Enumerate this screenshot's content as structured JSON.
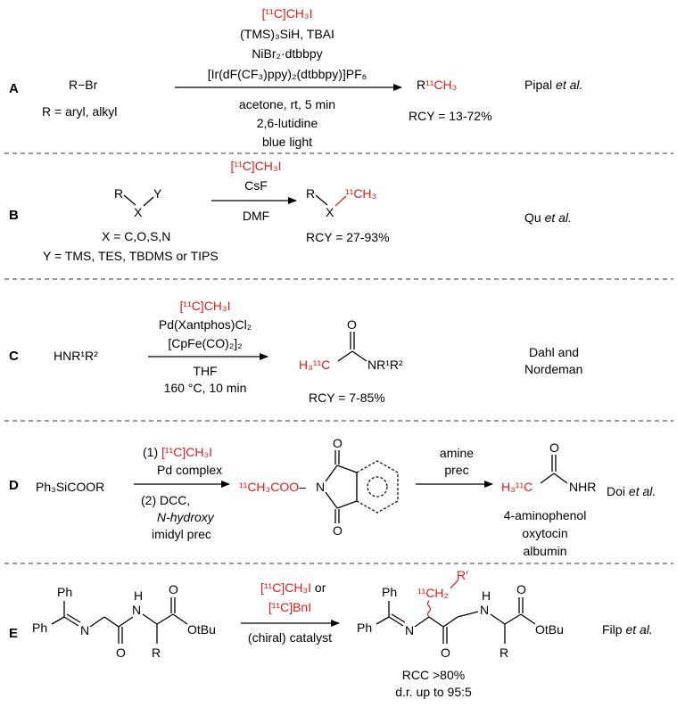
{
  "colors": {
    "label_text": "#000000",
    "radiolabel": "#e31a1c",
    "separator": "#333333"
  },
  "panels": {
    "A": {
      "label": "A",
      "reactant": "R−Br",
      "reactant_note": "R = aryl, alkyl",
      "reagent_red": "[¹¹C]CH₃I",
      "reagents_above": [
        "(TMS)₃SiH, TBAI",
        "NiBr₂·dtbbpy",
        "[Ir(dF(CF₃)ppy)₂(dtbbpy)]PF₆"
      ],
      "reagents_below": [
        "acetone, rt, 5 min",
        "2,6-lutidine",
        "blue light"
      ],
      "product_prefix": "R",
      "product_red": "¹¹CH₃",
      "yield": "RCY = 13-72%",
      "author": "Pipal",
      "author_suffix": "et al."
    },
    "B": {
      "label": "B",
      "reactant_r": "R",
      "reactant_x": "X",
      "reactant_y": "Y",
      "reactant_note_1": "X = C,O,S,N",
      "reactant_note_2": "Y = TMS, TES, TBDMS or TIPS",
      "reagent_red": "[¹¹C]CH₃I",
      "reagent_above": "CsF",
      "reagent_below": "DMF",
      "product_r": "R",
      "product_x": "X",
      "product_red": "¹¹CH₃",
      "yield": "RCY = 27-93%",
      "author": "Qu",
      "author_suffix": "et al."
    },
    "C": {
      "label": "C",
      "reactant": "HNR¹R²",
      "reagent_red": "[¹¹C]CH₃I",
      "reagents_above": [
        "Pd(Xantphos)Cl₂",
        "[CpFe(CO)₂]₂"
      ],
      "reagents_below": [
        "THF",
        "160 °C, 10 min"
      ],
      "product_red": "H₃¹¹C",
      "product_o": "O",
      "product_rest": "NR¹R²",
      "yield": "RCY = 7-85%",
      "author_lines": [
        "Dahl and",
        "Nordeman"
      ]
    },
    "D": {
      "label": "D",
      "reactant": "Ph₃SiCOOR",
      "step1_prefix": "(1) ",
      "step1_red": "[¹¹C]CH₃I",
      "step1_line2": "Pd complex",
      "step2_lines": [
        "(2) DCC,",
        "N-hydroxy",
        "imidyl prec"
      ],
      "intermediate_red": "¹¹CH₃COO",
      "intermediate_dash": "–",
      "intermediate_n": "N",
      "intermediate_o_top": "O",
      "intermediate_o_bottom": "O",
      "reagent2_lines": [
        "amine",
        "prec"
      ],
      "product_red": "H₃¹¹C",
      "product_o": "O",
      "product_rest": "NHR",
      "product_examples": [
        "4-aminophenol",
        "oxytocin",
        "albumin"
      ],
      "author": "Doi",
      "author_suffix": "et al."
    },
    "E": {
      "label": "E",
      "reagent_red_1": "[¹¹C]CH₃I",
      "reagent_or": " or",
      "reagent_red_2": "[¹¹C]BnI",
      "reagent_below": "(chiral) catalyst",
      "reactant_atoms": {
        "ph1": "Ph",
        "ph2": "Ph",
        "n": "N",
        "nh_h": "H",
        "nh_n": "N",
        "o1": "O",
        "o2": "O",
        "obu": "OtBu",
        "r": "R"
      },
      "product_atoms": {
        "ph1": "Ph",
        "ph2": "Ph",
        "n": "N",
        "nh_h": "H",
        "nh_n": "N",
        "o1": "O",
        "o2": "O",
        "obu": "OtBu",
        "r": "R",
        "red_ch2": "¹¹CH₂",
        "red_r": "R′"
      },
      "yield_1": "RCC >80%",
      "yield_2": "d.r. up to 95:5",
      "author": "Filp",
      "author_suffix": "et al."
    }
  }
}
